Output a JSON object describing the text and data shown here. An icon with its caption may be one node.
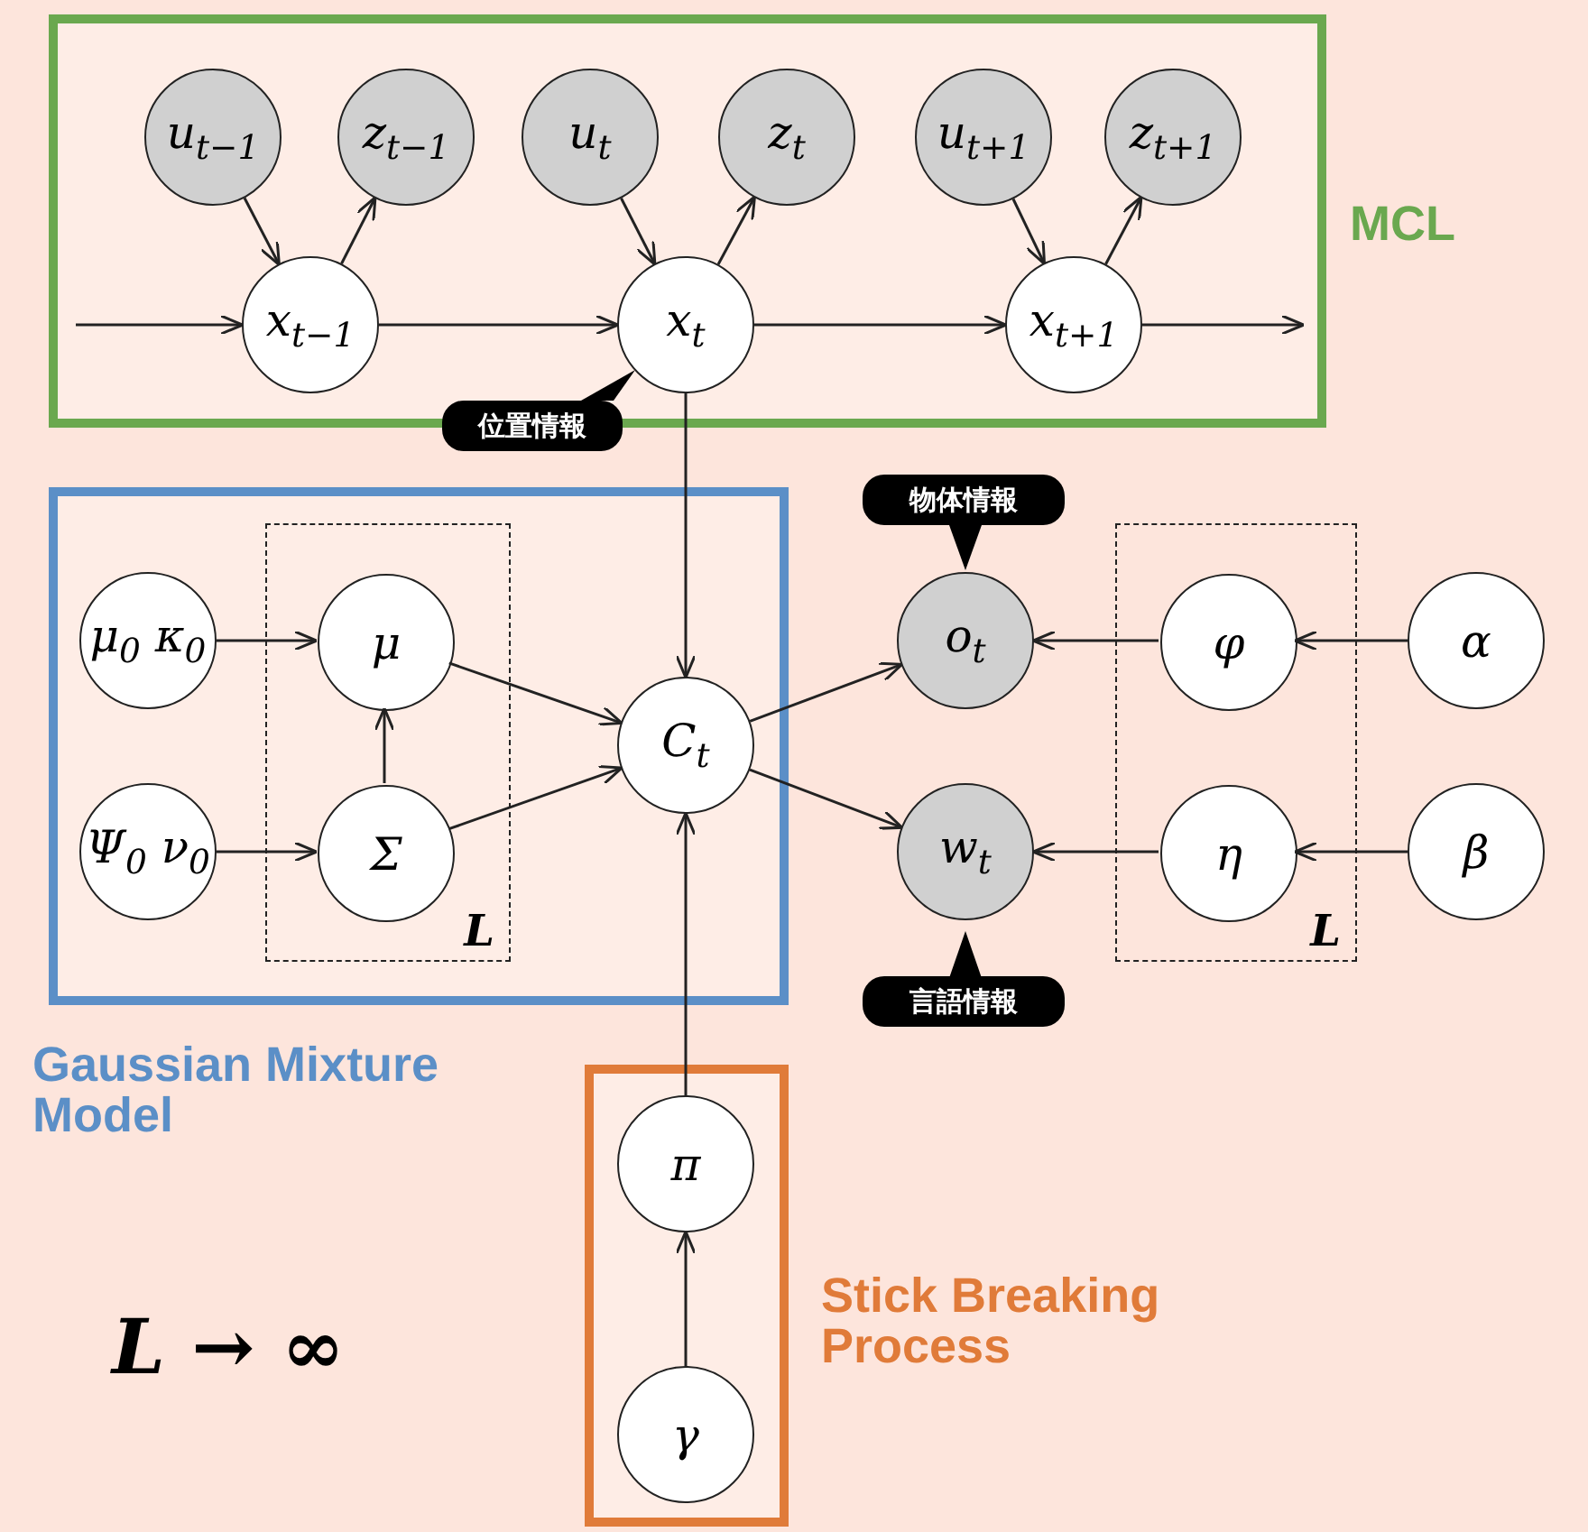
{
  "diagram": {
    "nodes": [
      {
        "text": [
          "MCL"
        ]
      },
      {
        "text": [
          "u$_{t−1}$"
        ],
        "in": 0
      },
      {
        "text": [
          "z$_{t−1}$"
        ],
        "in": 0
      },
      {
        "text": [
          "u$_{t}$"
        ],
        "in": 0
      },
      {
        "text": [
          "z$_{t}$"
        ],
        "in": 0
      },
      {
        "text": [
          "u$_{t+1}$"
        ],
        "in": 0
      },
      {
        "text": [
          "z$_{t+1}$"
        ],
        "in": 0
      },
      {
        "text": [
          "x$_{t−1}$"
        ],
        "in": 0
      },
      {
        "text": [
          "x$_{t}$"
        ],
        "in": 0
      },
      {
        "text": [
          "x$_{t+1}$"
        ],
        "in": 0
      },
      {
        "text": [
          "Gaussian Mixture Model"
        ]
      },
      {
        "text": [
          "μ$_{0}$ κ$_{0}$"
        ],
        "in": 10
      },
      {
        "text": [
          "L"
        ],
        "in": 10
      },
      {
        "text": [
          "μ"
        ],
        "in": 12
      },
      {
        "text": [
          "Ψ$_{0}$ ν$_{0}$"
        ],
        "in": 10
      },
      {
        "text": [
          "Σ"
        ],
        "in": 12
      },
      {
        "text": [
          "C$_{t}$"
        ],
        "in": 10
      },
      {
        "text": [
          "o$_{t}$"
        ]
      },
      {
        "text": [
          "w$_{t}$"
        ]
      },
      {
        "text": [
          "L"
        ]
      },
      {
        "text": [
          "φ"
        ],
        "in": 19
      },
      {
        "text": [
          "η"
        ],
        "in": 19
      },
      {
        "text": [
          "α"
        ]
      },
      {
        "text": [
          "β"
        ]
      },
      {
        "text": [
          "Stick Breaking Process"
        ]
      },
      {
        "text": [
          "π"
        ],
        "in": 24
      },
      {
        "text": [
          "γ"
        ],
        "in": 24
      },
      {
        "text": [
          "位置情報"
        ]
      },
      {
        "text": [
          "物体情報"
        ]
      },
      {
        "text": [
          "言語情報"
        ]
      }
    ],
    "edges": [
      {
        "from": null,
        "to": 7,
        "arrow": "to"
      },
      {
        "from": 1,
        "to": 7,
        "arrow": "to"
      },
      {
        "from": 7,
        "to": 2,
        "arrow": "to"
      },
      {
        "from": 7,
        "to": 8,
        "arrow": "to"
      },
      {
        "from": 3,
        "to": 8,
        "arrow": "to"
      },
      {
        "from": 8,
        "to": 4,
        "arrow": "to"
      },
      {
        "from": 8,
        "to": 9,
        "arrow": "to"
      },
      {
        "from": 5,
        "to": 9,
        "arrow": "to"
      },
      {
        "from": 9,
        "to": 6,
        "arrow": "to"
      },
      {
        "from": 9,
        "to": null,
        "arrow": "to"
      },
      {
        "from": 8,
        "to": 16,
        "arrow": "to"
      },
      {
        "from": 11,
        "to": 13,
        "arrow": "to"
      },
      {
        "from": 14,
        "to": 15,
        "arrow": "to"
      },
      {
        "from": 15,
        "to": 13,
        "arrow": "to"
      },
      {
        "from": 13,
        "to": 16,
        "arrow": "to"
      },
      {
        "from": 15,
        "to": 16,
        "arrow": "to"
      },
      {
        "from": 16,
        "to": 17,
        "arrow": "to"
      },
      {
        "from": 16,
        "to": 18,
        "arrow": "to"
      },
      {
        "from": 20,
        "to": 17,
        "arrow": "to"
      },
      {
        "from": 21,
        "to": 18,
        "arrow": "to"
      },
      {
        "from": 22,
        "to": 20,
        "arrow": "to"
      },
      {
        "from": 23,
        "to": 21,
        "arrow": "to"
      },
      {
        "from": 25,
        "to": 16,
        "arrow": "to"
      },
      {
        "from": 26,
        "to": 25,
        "arrow": "to"
      }
    ],
    "labels": [
      "*L* → ∞"
    ]
  }
}
